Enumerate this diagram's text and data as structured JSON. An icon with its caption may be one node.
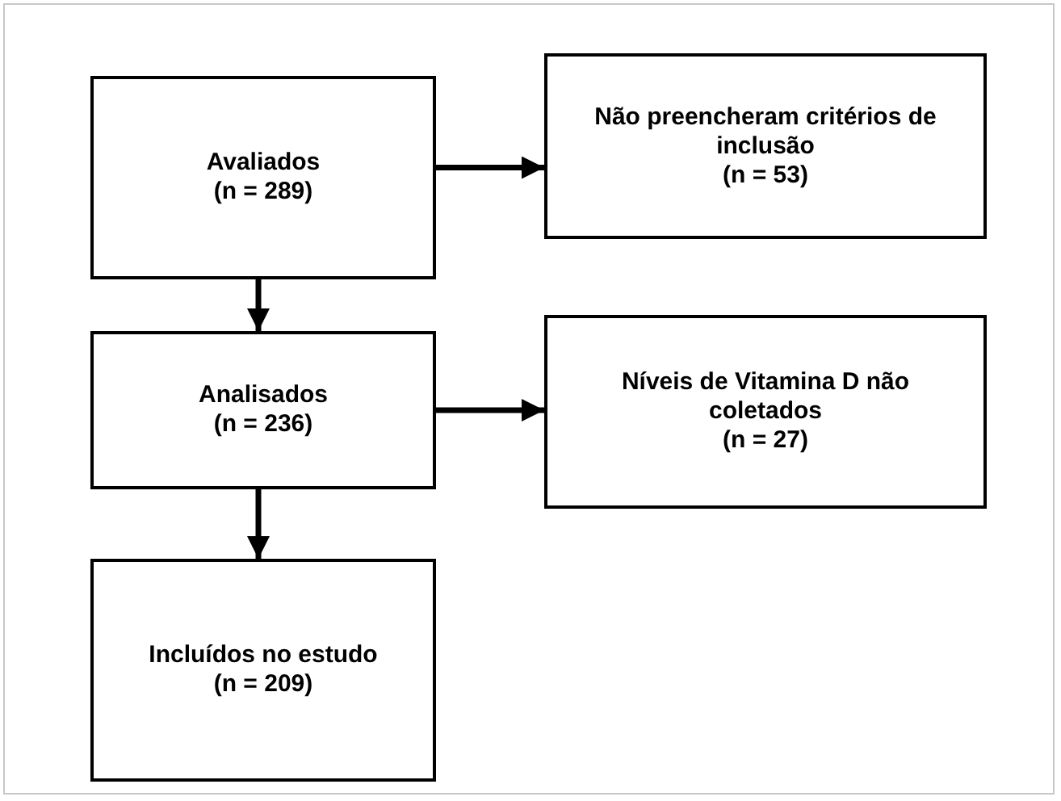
{
  "diagram": {
    "nodes": [
      {
        "text": [
          "Avaliados",
          "(n = 289)"
        ]
      },
      {
        "text": [
          "Não preencheram critérios de inclusão",
          "(n = 53)"
        ]
      },
      {
        "text": [
          "Analisados",
          "(n = 236)"
        ]
      },
      {
        "text": [
          "Níveis de Vitamina D não coletados",
          "(n = 27)"
        ]
      },
      {
        "text": [
          "Incluídos no estudo",
          "(n = 209)"
        ]
      }
    ],
    "edges": [
      {
        "from": 0,
        "to": 1,
        "arrow": "to"
      },
      {
        "from": 0,
        "to": 2,
        "arrow": "to"
      },
      {
        "from": 2,
        "to": 3,
        "arrow": "to"
      },
      {
        "from": 2,
        "to": 4,
        "arrow": "to"
      }
    ]
  }
}
